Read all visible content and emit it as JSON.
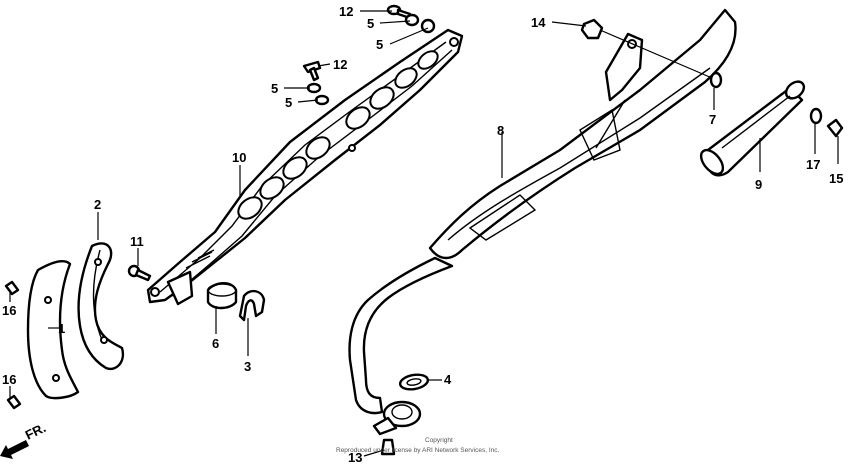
{
  "diagram": {
    "callouts": [
      {
        "id": "c-12a",
        "label": "12"
      },
      {
        "id": "c-5a",
        "label": "5"
      },
      {
        "id": "c-5b",
        "label": "5"
      },
      {
        "id": "c-12b",
        "label": "12"
      },
      {
        "id": "c-5c",
        "label": "5"
      },
      {
        "id": "c-5d",
        "label": "5"
      },
      {
        "id": "c-14",
        "label": "14"
      },
      {
        "id": "c-7",
        "label": "7"
      },
      {
        "id": "c-8",
        "label": "8"
      },
      {
        "id": "c-10",
        "label": "10"
      },
      {
        "id": "c-9",
        "label": "9"
      },
      {
        "id": "c-17",
        "label": "17"
      },
      {
        "id": "c-15",
        "label": "15"
      },
      {
        "id": "c-2",
        "label": "2"
      },
      {
        "id": "c-11",
        "label": "11"
      },
      {
        "id": "c-16a",
        "label": "16"
      },
      {
        "id": "c-1",
        "label": "1"
      },
      {
        "id": "c-6",
        "label": "6"
      },
      {
        "id": "c-3",
        "label": "3"
      },
      {
        "id": "c-4",
        "label": "4"
      },
      {
        "id": "c-16b",
        "label": "16"
      },
      {
        "id": "c-13",
        "label": "13"
      }
    ],
    "direction_label": "FR.",
    "footer_line_1": "Copyright",
    "footer_line_2": "Reproduced under license by ARI Network Services, Inc."
  }
}
